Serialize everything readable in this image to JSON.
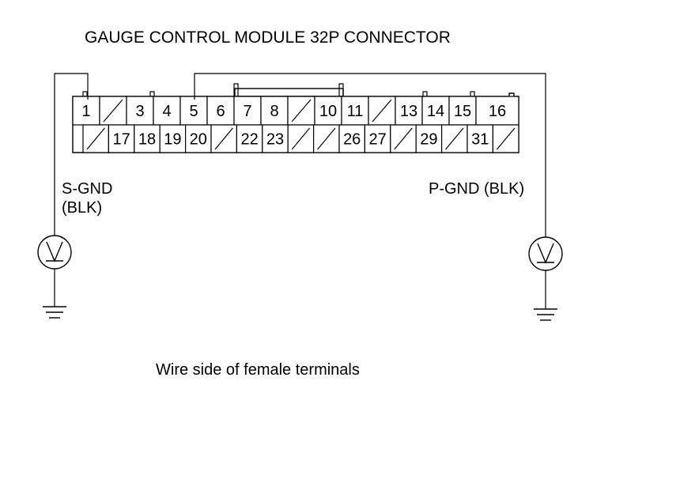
{
  "diagram": {
    "title": "GAUGE CONTROL MODULE 32P CONNECTOR",
    "caption": "Wire side of female terminals",
    "left_ground": {
      "line1": "S-GND",
      "line2": "(BLK)"
    },
    "right_ground": {
      "label": "P-GND (BLK)"
    },
    "connector": {
      "top_row": [
        "1",
        "",
        "3",
        "4",
        "5",
        "6",
        "7",
        "8",
        "",
        "10",
        "11",
        "",
        "13",
        "14",
        "15",
        "16"
      ],
      "bottom_row": [
        "",
        "17",
        "18",
        "19",
        "20",
        "",
        "22",
        "23",
        "",
        "",
        "26",
        "27",
        "",
        "29",
        "",
        "31",
        ""
      ]
    }
  }
}
